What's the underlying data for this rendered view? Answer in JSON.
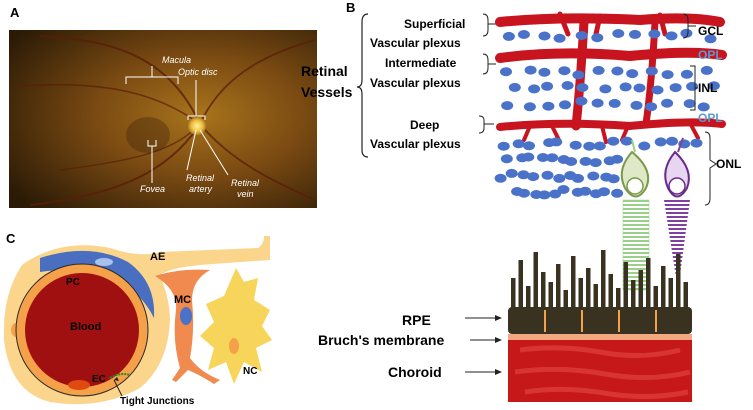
{
  "panels": {
    "a": "A",
    "b": "B",
    "c": "C"
  },
  "panel_a": {
    "macula": "Macula",
    "optic_disc": "Optic disc",
    "fovea": "Fovea",
    "retinal_artery_1": "Retinal",
    "retinal_artery_2": "artery",
    "retinal_vein_1": "Retinal",
    "retinal_vein_2": "vein"
  },
  "panel_b": {
    "retinal_vessels_1": "Retinal",
    "retinal_vessels_2": "Vessels",
    "superficial_1": "Superficial",
    "superficial_2": "Vascular plexus",
    "intermediate_1": "Intermediate",
    "intermediate_2": "Vascular plexus",
    "deep_1": "Deep",
    "deep_2": "Vascular plexus",
    "gcl": "GCL",
    "opl_1": "OPL",
    "inl": "INL",
    "opl_2": "OPL",
    "onl": "ONL",
    "rpe": "RPE",
    "bruchs": "Bruch's membrane",
    "choroid": "Choroid"
  },
  "panel_c": {
    "pc": "PC",
    "ae": "AE",
    "blood": "Blood",
    "mc": "MC",
    "ec": "EC",
    "nc": "NC",
    "tight_junctions": "Tight Junctions"
  },
  "colors": {
    "vessel_red": "#c8141e",
    "cell_blue": "#4a72c8",
    "opl_blue": "#5b9bd5",
    "blood": "#a01010",
    "endothelial": "#f4a14a",
    "pericyte": "#4a6fc0",
    "astrocyte": "#fbd58c",
    "muller": "#f08a4e",
    "neuron": "#f7d45a",
    "rpe": "#3a3220",
    "choroid": "#c61818"
  }
}
